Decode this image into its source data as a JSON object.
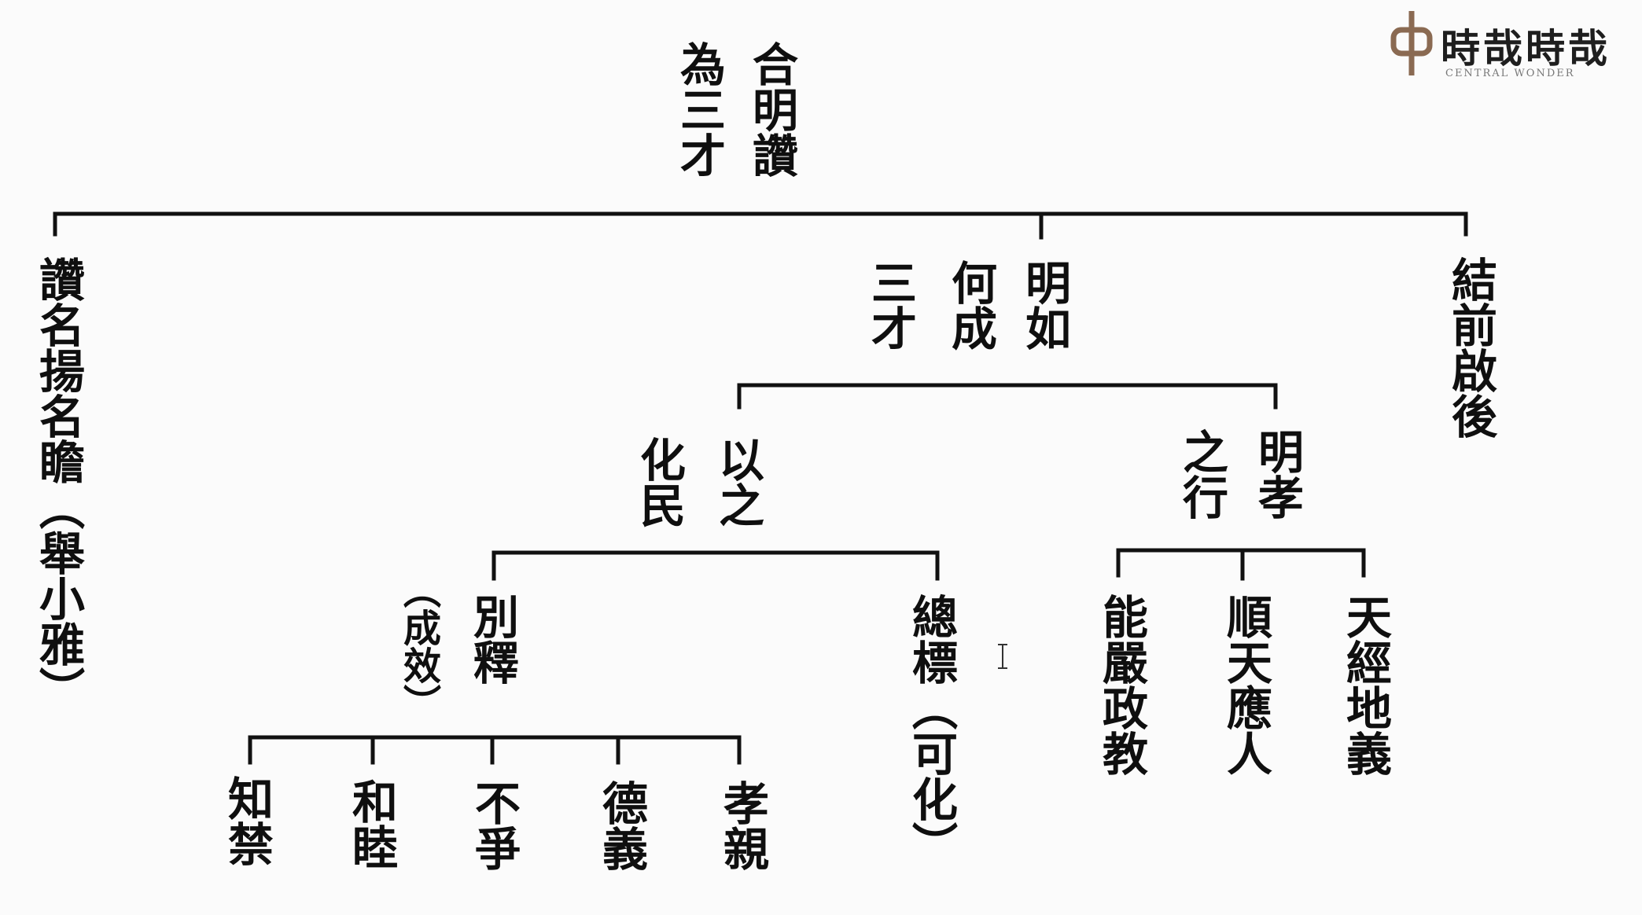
{
  "logo": {
    "text": "時哉時哉",
    "subtitle": "CENTRAL WONDER"
  },
  "nodes": {
    "root": {
      "col1": "合明讚",
      "col2": "為三才"
    },
    "left": {
      "col1": "讚名揚名瞻（舉小雅）"
    },
    "mid": {
      "col1": "明如",
      "col2": "何成",
      "col3": "三才"
    },
    "right": {
      "col1": "結前啟後"
    },
    "yizhi": {
      "col1": "以之",
      "col2": "化民"
    },
    "mingxiao": {
      "col1": "明孝",
      "col2": "之行"
    },
    "bieshi": {
      "col1": "別釋",
      "col2": "（成效）"
    },
    "zongbiao": {
      "col1": "總標（可化）"
    },
    "tianjing": {
      "col1": "天經地義"
    },
    "shuntian": {
      "col1": "順天應人"
    },
    "nengyan": {
      "col1": "能嚴政教"
    },
    "xiaoqin": {
      "col1": "孝親"
    },
    "deyi": {
      "col1": "德義"
    },
    "buzheng": {
      "col1": "不爭"
    },
    "hemu": {
      "col1": "和睦"
    },
    "zhijin": {
      "col1": "知禁"
    }
  },
  "colors": {
    "line": "#111111",
    "text": "#0f0f0f",
    "background": "#fbfbfb"
  },
  "cursor_icon": "text-cursor-icon"
}
